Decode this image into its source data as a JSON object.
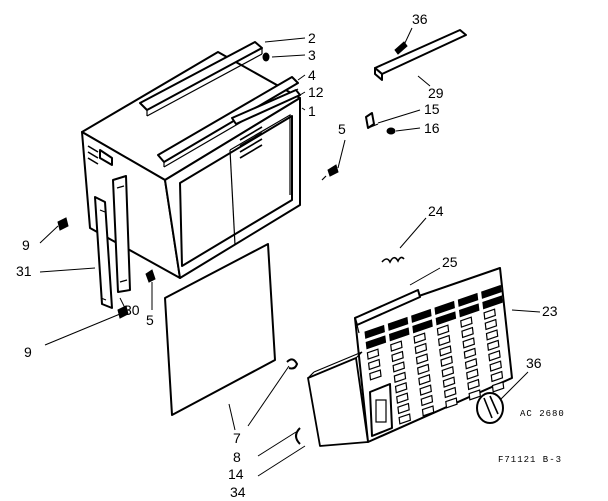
{
  "diagram": {
    "callouts": [
      {
        "id": "c2",
        "label": "2"
      },
      {
        "id": "c3",
        "label": "3"
      },
      {
        "id": "c4",
        "label": "4"
      },
      {
        "id": "c12",
        "label": "12"
      },
      {
        "id": "c1",
        "label": "1"
      },
      {
        "id": "c5a",
        "label": "5"
      },
      {
        "id": "c36a",
        "label": "36"
      },
      {
        "id": "c29",
        "label": "29"
      },
      {
        "id": "c15",
        "label": "15"
      },
      {
        "id": "c16",
        "label": "16"
      },
      {
        "id": "c9a",
        "label": "9"
      },
      {
        "id": "c31",
        "label": "31"
      },
      {
        "id": "c5b",
        "label": "5"
      },
      {
        "id": "c30",
        "label": "30"
      },
      {
        "id": "c9b",
        "label": "9"
      },
      {
        "id": "c24",
        "label": "24"
      },
      {
        "id": "c25",
        "label": "25"
      },
      {
        "id": "c23",
        "label": "23"
      },
      {
        "id": "c7",
        "label": "7"
      },
      {
        "id": "c8",
        "label": "8"
      },
      {
        "id": "c14",
        "label": "14"
      },
      {
        "id": "c34",
        "label": "34"
      },
      {
        "id": "c36b",
        "label": "36"
      }
    ],
    "knob_code": "AC 2680",
    "figure_code": "F71121 B-3"
  }
}
